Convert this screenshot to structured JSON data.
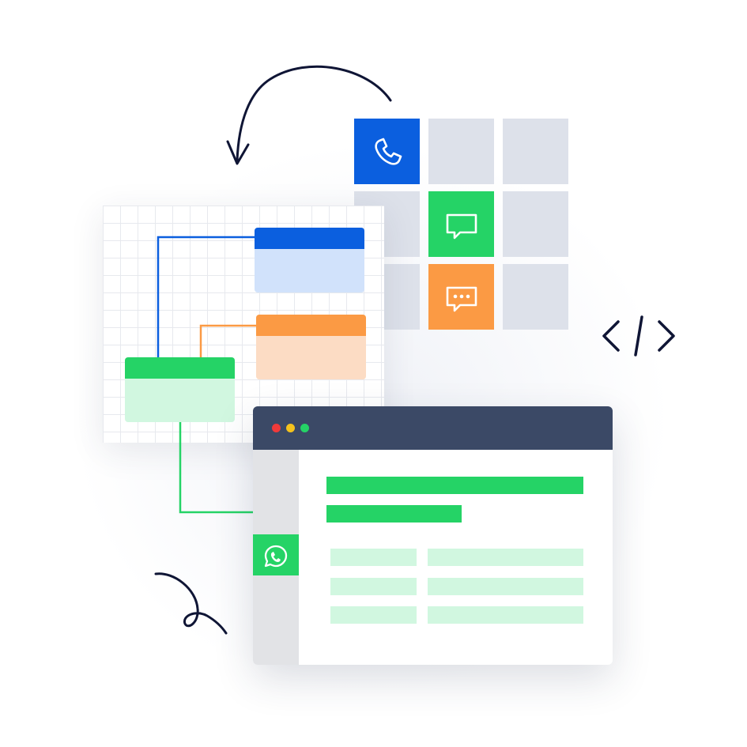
{
  "colors": {
    "blue": "#0b5fdf",
    "green": "#25d366",
    "orange": "#fb9a44",
    "navy": "#3b4966",
    "ink": "#0f1535",
    "tile_gray": "#dde1ea",
    "light_blue": "#d1e2fb",
    "light_orange": "#fcdcc4",
    "light_green": "#d1f7e0"
  },
  "icons": {
    "phone": "phone-icon",
    "chat": "chat-bubble-icon",
    "chat_typing": "chat-typing-icon",
    "code": "code-brackets-icon",
    "whatsapp": "whatsapp-icon"
  },
  "window_controls": [
    "close",
    "minimize",
    "maximize"
  ]
}
